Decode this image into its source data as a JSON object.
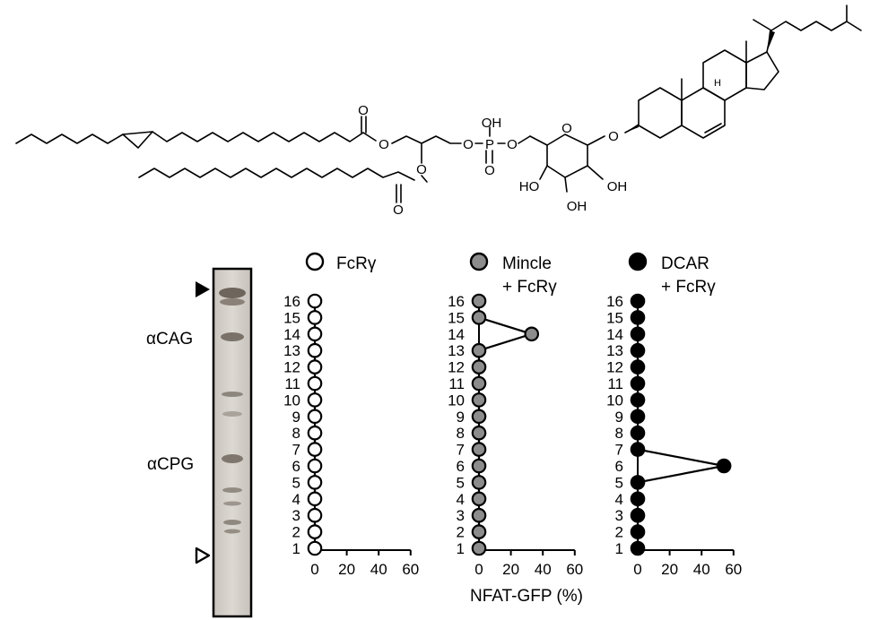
{
  "molecule": {
    "atom_labels": [
      "O",
      "O",
      "O",
      "O",
      "O",
      "O",
      "OH",
      "O",
      "O",
      "HO",
      "OH",
      "OH",
      "O",
      "H"
    ]
  },
  "tlc": {
    "labels": [
      "αCAG",
      "αCPG"
    ]
  },
  "chart_data": {
    "type": "scatter",
    "xlabel": "NFAT-GFP (%)",
    "x_ticks": [
      0,
      20,
      40,
      60
    ],
    "xlim": [
      0,
      60
    ],
    "y_ticks": [
      "16",
      "15",
      "14",
      "13",
      "12",
      "11",
      "10",
      "9",
      "8",
      "7",
      "6",
      "5",
      "4",
      "3",
      "2",
      "1"
    ],
    "panels": [
      {
        "title_line1": "FcRγ",
        "title_line2": "",
        "marker": "open",
        "values": [
          0,
          0,
          0,
          0,
          0,
          0,
          0,
          0,
          0,
          0,
          0,
          0,
          0,
          0,
          0,
          0
        ],
        "error": [
          0,
          0,
          0,
          0,
          0,
          0,
          0,
          0,
          0,
          0,
          0,
          0,
          0,
          0,
          0,
          0
        ],
        "colors": {
          "fill": "#ffffff",
          "stroke": "#000000"
        }
      },
      {
        "title_line1": "Mincle",
        "title_line2": "+ FcRγ",
        "marker": "gray",
        "values": [
          0,
          0,
          0,
          0,
          0,
          0,
          0,
          0,
          0,
          0,
          0,
          0,
          0,
          33,
          0,
          0
        ],
        "error": [
          0,
          0,
          0,
          0,
          0,
          0,
          0,
          0,
          0,
          0,
          0,
          0,
          0,
          2,
          0,
          0
        ],
        "colors": {
          "fill": "#8c8c8c",
          "stroke": "#000000"
        }
      },
      {
        "title_line1": "DCAR",
        "title_line2": "+ FcRγ",
        "marker": "filled",
        "values": [
          0,
          0,
          0,
          0,
          0,
          54,
          0,
          0,
          0,
          0,
          0,
          0,
          0,
          0,
          0,
          0
        ],
        "error": [
          0,
          0,
          0,
          0,
          0,
          2,
          0,
          0,
          0,
          0,
          0,
          0,
          0,
          0,
          0,
          0
        ],
        "colors": {
          "fill": "#000000",
          "stroke": "#000000"
        }
      }
    ]
  }
}
